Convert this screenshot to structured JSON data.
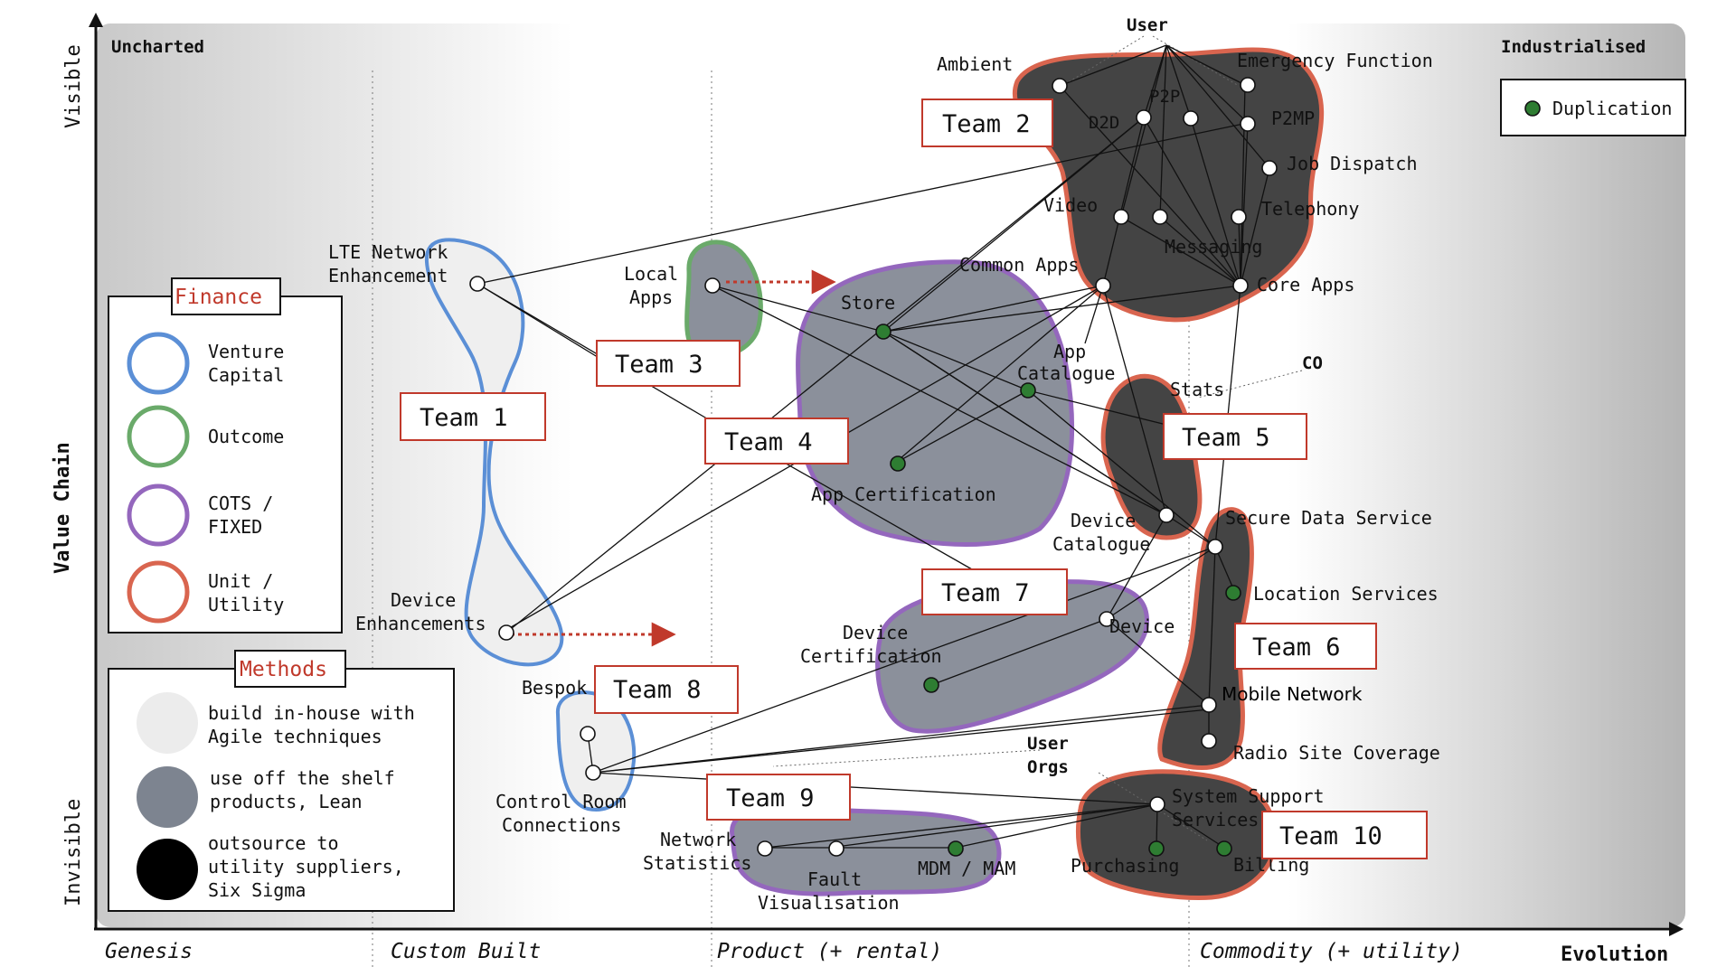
{
  "axes": {
    "y_title": "Value Chain",
    "y_top": "Visible",
    "y_bottom": "Invisible",
    "x_title": "Evolution"
  },
  "stages": [
    "Genesis",
    "Custom Built",
    "Product (+ rental)",
    "Commodity (+ utility)"
  ],
  "corners": {
    "left": "Uncharted",
    "right": "Industrialised"
  },
  "duplication_legend": "Duplication",
  "finance_legend": {
    "title": "Finance",
    "items": [
      {
        "label": [
          "Venture",
          "Capital"
        ],
        "color": "#5b8fd6"
      },
      {
        "label": [
          "Outcome"
        ],
        "color": "#6aaa6a"
      },
      {
        "label": [
          "COTS /",
          "FIXED"
        ],
        "color": "#9467bd"
      },
      {
        "label": [
          "Unit /",
          "Utility"
        ],
        "color": "#d9654f"
      }
    ]
  },
  "methods_legend": {
    "title": "Methods",
    "items": [
      {
        "label": [
          "build in-house with",
          "Agile techniques"
        ],
        "color": "#ececec"
      },
      {
        "label": [
          "use off the shelf",
          "products, Lean"
        ],
        "color": "#7d8490"
      },
      {
        "label": [
          "outsource to",
          "utility suppliers,",
          "Six Sigma"
        ],
        "color": "#000000"
      }
    ]
  },
  "annotations": {
    "user": "User",
    "co": "CO",
    "user_orgs": [
      "User",
      "Orgs"
    ]
  },
  "components": {
    "ambient": "Ambient",
    "emergency": "Emergency Function",
    "p2p": "P2P",
    "d2d": "D2D",
    "p2mp": "P2MP",
    "job_dispatch": "Job Dispatch",
    "video": "Video",
    "telephony": "Telephony",
    "messaging": "Messaging",
    "common_apps": "Common Apps",
    "core_apps": "Core Apps",
    "lte": [
      "LTE Network",
      "Enhancement"
    ],
    "local_apps": [
      "Local",
      "Apps"
    ],
    "store": "Store",
    "app_catalogue": [
      "App",
      "Catalogue"
    ],
    "stats": "Stats",
    "app_cert": "App Certification",
    "device_catalogue": [
      "Device",
      "Catalogue"
    ],
    "secure_data": "Secure Data Service",
    "location": "Location Services",
    "device_enh": [
      "Device",
      "Enhancements"
    ],
    "device_cert": [
      "Device",
      "Certification"
    ],
    "device": "Device",
    "bespoke": "Bespok",
    "mobile_network": "Mobile Network",
    "radio_site": "Radio Site Coverage",
    "control_room": [
      "Control Room",
      "Connections"
    ],
    "system_support": [
      "System Support",
      "Services"
    ],
    "network_stats": [
      "Network",
      "Statistics"
    ],
    "fault": [
      "Fault",
      "Visualisation"
    ],
    "mdm": "MDM / MAM",
    "purchasing": "Purchasing",
    "billing": "Billing"
  },
  "teams": {
    "t1": "Team 1",
    "t2": "Team 2",
    "t3": "Team 3",
    "t4": "Team 4",
    "t5": "Team 5",
    "t6": "Team 6",
    "t7": "Team 7",
    "t8": "Team 8",
    "t9": "Team 9",
    "t10": "Team 10"
  }
}
